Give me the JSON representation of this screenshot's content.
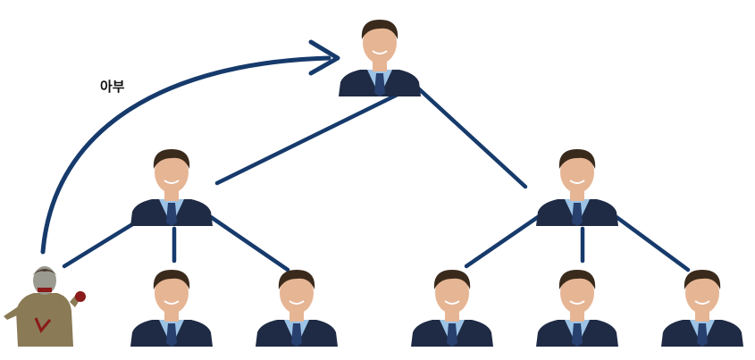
{
  "diagram": {
    "arrow_label": "아부",
    "colors": {
      "line": "#163a6b",
      "suit": "#1f2a44",
      "shirt": "#9cc3e6",
      "tie": "#27406e",
      "skin": "#e6b594",
      "hair": "#3a2a1c",
      "zombie_body": "#8a7a55",
      "zombie_skin": "#9a9a90",
      "blood": "#8b1a1a"
    },
    "nodes": [
      {
        "id": "top",
        "kind": "manager",
        "level": 0
      },
      {
        "id": "mid-left",
        "kind": "manager",
        "level": 1,
        "parent": "top"
      },
      {
        "id": "mid-right",
        "kind": "manager",
        "level": 1,
        "parent": "top"
      },
      {
        "id": "zombie",
        "kind": "zombie",
        "level": 2,
        "parent": "mid-left"
      },
      {
        "id": "bottom-left-2",
        "kind": "manager",
        "level": 2,
        "parent": "mid-left"
      },
      {
        "id": "bottom-left-3",
        "kind": "manager",
        "level": 2,
        "parent": "mid-left"
      },
      {
        "id": "bottom-right-1",
        "kind": "manager",
        "level": 2,
        "parent": "mid-right"
      },
      {
        "id": "bottom-right-2",
        "kind": "manager",
        "level": 2,
        "parent": "mid-right"
      },
      {
        "id": "bottom-right-3",
        "kind": "manager",
        "level": 2,
        "parent": "mid-right"
      }
    ]
  }
}
